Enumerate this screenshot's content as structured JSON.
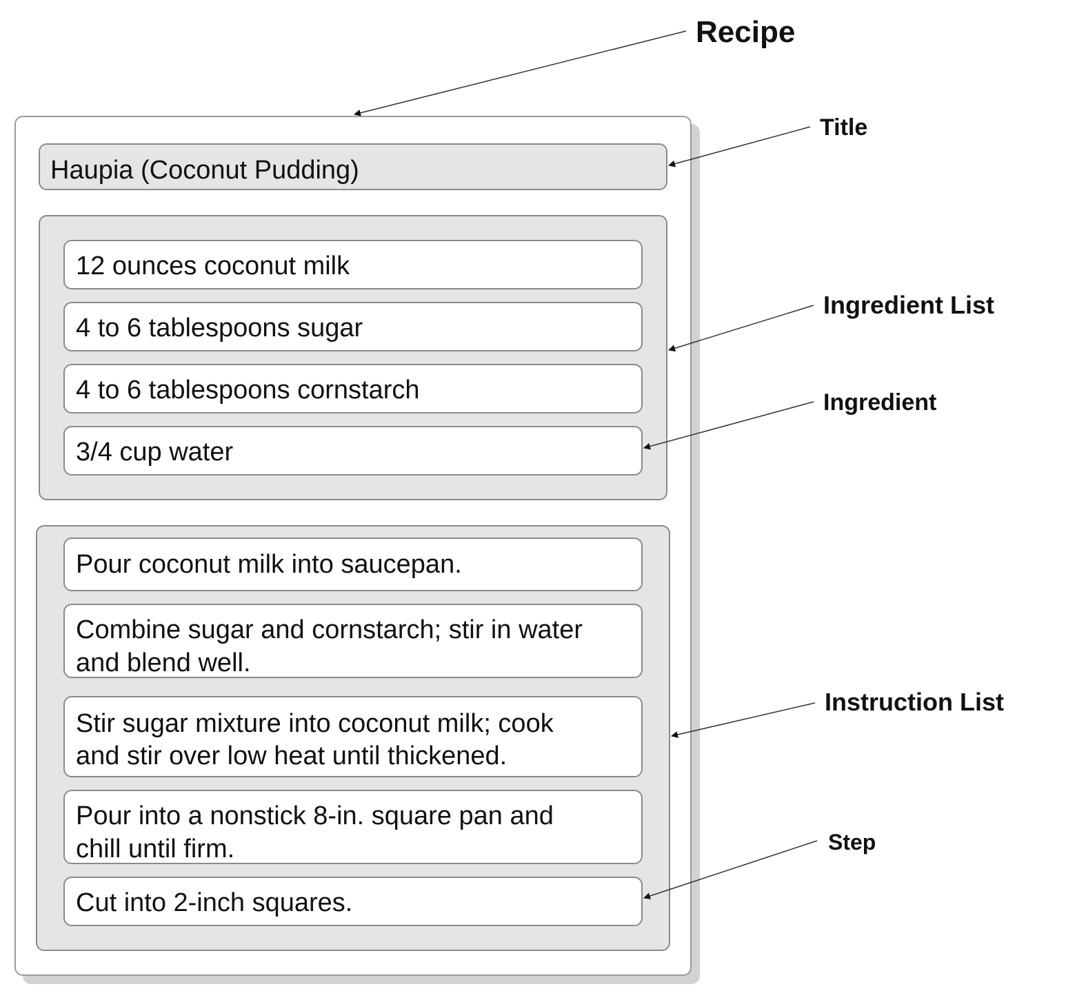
{
  "labels": {
    "recipe": "Recipe",
    "title": "Title",
    "ingredient_list": "Ingredient List",
    "ingredient": "Ingredient",
    "instruction_list": "Instruction List",
    "step": "Step"
  },
  "recipe": {
    "title": "Haupia (Coconut Pudding)",
    "ingredients": [
      "12 ounces coconut milk",
      "4 to 6 tablespoons sugar",
      "4 to 6 tablespoons cornstarch",
      "3/4 cup water"
    ],
    "steps": [
      [
        "Pour coconut milk into saucepan."
      ],
      [
        "Combine sugar and cornstarch; stir in water",
        "and blend well."
      ],
      [
        "Stir sugar mixture into coconut milk; cook",
        "and stir over low heat until thickened."
      ],
      [
        "Pour into a nonstick 8-in. square pan and",
        "chill until firm."
      ],
      [
        "Cut into 2-inch squares."
      ]
    ]
  },
  "colors": {
    "container_fill": "#e5e5e5",
    "item_fill": "#ffffff",
    "border": "#8a8a8a",
    "shadow": "#d2d2d2"
  }
}
